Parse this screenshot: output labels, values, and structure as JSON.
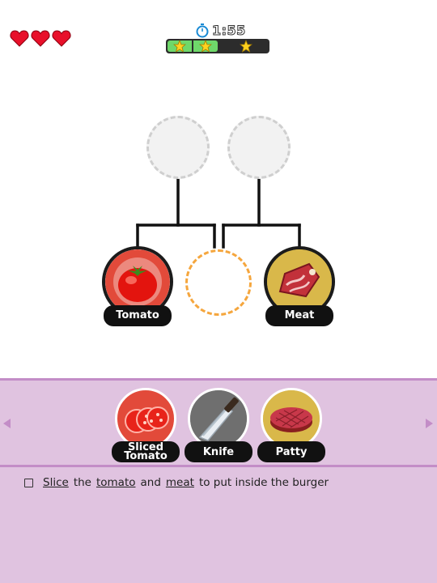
{
  "hud": {
    "lives": 3,
    "timer": "1:55",
    "progress_fraction": 0.5,
    "stars_earned": 3
  },
  "recipe_tree": {
    "inputs": [
      {
        "label": "Tomato",
        "icon": "tomato-icon"
      },
      {
        "label": "Meat",
        "icon": "meat-icon"
      }
    ]
  },
  "tray": {
    "items": [
      {
        "label": "Sliced Tomato",
        "icon": "sliced-tomato-icon"
      },
      {
        "label": "Knife",
        "icon": "knife-icon"
      },
      {
        "label": "Patty",
        "icon": "patty-icon"
      }
    ]
  },
  "instruction": {
    "w1": "Slice",
    "t1": "the",
    "w2": "tomato",
    "t2": "and",
    "w3": "meat",
    "t3": "to put inside the burger"
  },
  "colors": {
    "tray_bg": "#e0c3e0",
    "tray_border": "#c38dc7",
    "progress_fill": "#6fd86a",
    "heart": "#e8102a",
    "orange_slot": "#f5a63d",
    "meat_bg": "#d9b84a"
  }
}
